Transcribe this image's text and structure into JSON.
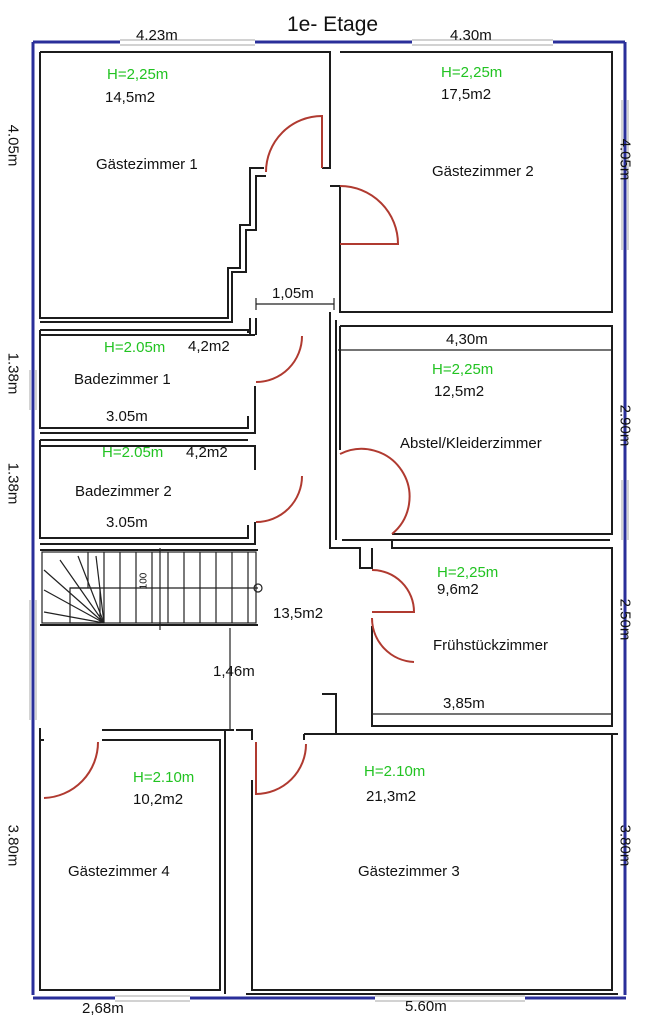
{
  "title": "1e- Etage",
  "colors": {
    "wall_outer": "#2a2f9a",
    "door": "#b03a30",
    "height_label": "#22c322"
  },
  "rooms": [
    {
      "id": "gaestezimmer-1",
      "name": "Gästezimmer 1",
      "area": "14,5m2",
      "height": "H=2,25m"
    },
    {
      "id": "gaestezimmer-2",
      "name": "Gästezimmer 2",
      "area": "17,5m2",
      "height": "H=2,25m"
    },
    {
      "id": "badezimmer-1",
      "name": "Badezimmer 1",
      "area": "4,2m2",
      "height": "H=2.05m"
    },
    {
      "id": "badezimmer-2",
      "name": "Badezimmer 2",
      "area": "4,2m2",
      "height": "H=2.05m"
    },
    {
      "id": "abstel",
      "name": "Abstel/Kleiderzimmer",
      "area": "12,5m2",
      "height": "H=2,25m"
    },
    {
      "id": "fruehstueck",
      "name": "Frühstückzimmer",
      "area": "9,6m2",
      "height": "H=2,25m"
    },
    {
      "id": "flur",
      "name": "",
      "area": "13,5m2",
      "height": ""
    },
    {
      "id": "gaestezimmer-4",
      "name": "Gästezimmer 4",
      "area": "10,2m2",
      "height": "H=2.10m"
    },
    {
      "id": "gaestezimmer-3",
      "name": "Gästezimmer 3",
      "area": "21,3m2",
      "height": "H=2.10m"
    }
  ],
  "dimensions": {
    "top_left": "4.23m",
    "top_right": "4.30m",
    "bottom_left": "2,68m",
    "bottom_right": "5.60m",
    "left_g1": "4.05m",
    "left_bad1": "1.38m",
    "left_bad2": "1.38m",
    "left_g4": "3.80m",
    "right_g2": "4.05m",
    "right_abstel": "2.90m",
    "right_fruehstueck": "2.50m",
    "right_g3": "3.80m",
    "corridor_width": "1,05m",
    "abstel_width": "4,30m",
    "bad1_width": "3.05m",
    "bad2_width": "3.05m",
    "stair_width": "1,46m",
    "fruehstueck_width": "3,85m",
    "stair_label": "100"
  }
}
